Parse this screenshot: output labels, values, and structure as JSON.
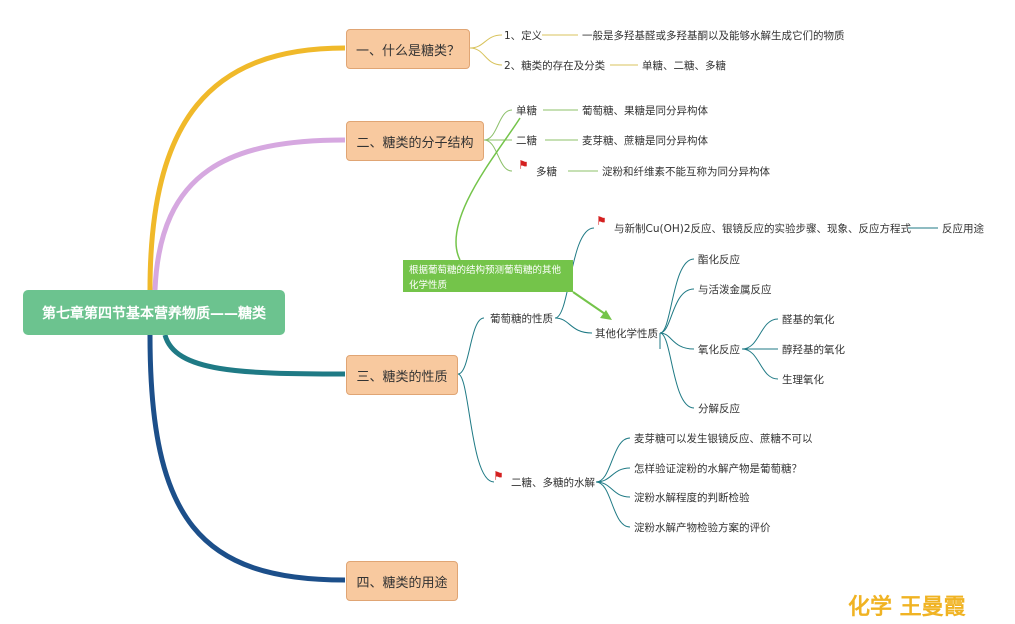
{
  "root": "第七章第四节基本营养物质——糖类",
  "topics": {
    "t1": "一、什么是糖类？",
    "t2": "二、糖类的分子结构",
    "t3": "三、糖类的性质",
    "t4": "四、糖类的用途"
  },
  "t1_children": {
    "def_label": "1、定义",
    "def_text": "一般是多羟基醛或多羟基酮以及能够水解生成它们的物质",
    "cls_label": "2、糖类的存在及分类",
    "cls_text": "单糖、二糖、多糖"
  },
  "t2_children": {
    "mono": "单糖",
    "mono_text": "葡萄糖、果糖是同分异构体",
    "di": "二糖",
    "di_text": "麦芽糖、蔗糖是同分异构体",
    "poly": "多糖",
    "poly_text": "淀粉和纤维素不能互称为同分异构体"
  },
  "callout": "根据葡萄糖的结构预测葡萄糖的其他化学性质",
  "t3_children": {
    "glucose_props": "葡萄糖的性质",
    "cu_reaction": "与新制Cu(OH)2反应、银镜反应的实验步骤、现象、反应方程式",
    "reaction_use": "反应用途",
    "other_props": "其他化学性质",
    "esterify": "酯化反应",
    "active_metal": "与活泼金属反应",
    "oxidation": "氧化反应",
    "aldehyde_ox": "醛基的氧化",
    "alcohol_ox": "醇羟基的氧化",
    "bio_ox": "生理氧化",
    "decompose": "分解反应",
    "hydrolysis": "二糖、多糖的水解",
    "h1": "麦芽糖可以发生银镜反应、蔗糖不可以",
    "h2": "怎样验证淀粉的水解产物是葡萄糖？",
    "h3": "淀粉水解程度的判断检验",
    "h4": "淀粉水解产物检验方案的评价"
  },
  "brand": "化学 王曼霞",
  "colors": {
    "root": "#6cc38f",
    "branch1": "#f0b92a",
    "branch2": "#d6a8e0",
    "branch3": "#1f7a85",
    "branch4": "#1c4f8a",
    "topic_fill": "#f8c99f",
    "callout": "#74c44a",
    "flag": "#d42020",
    "brand": "#f0b323"
  },
  "icons": [
    "flag-icon"
  ]
}
